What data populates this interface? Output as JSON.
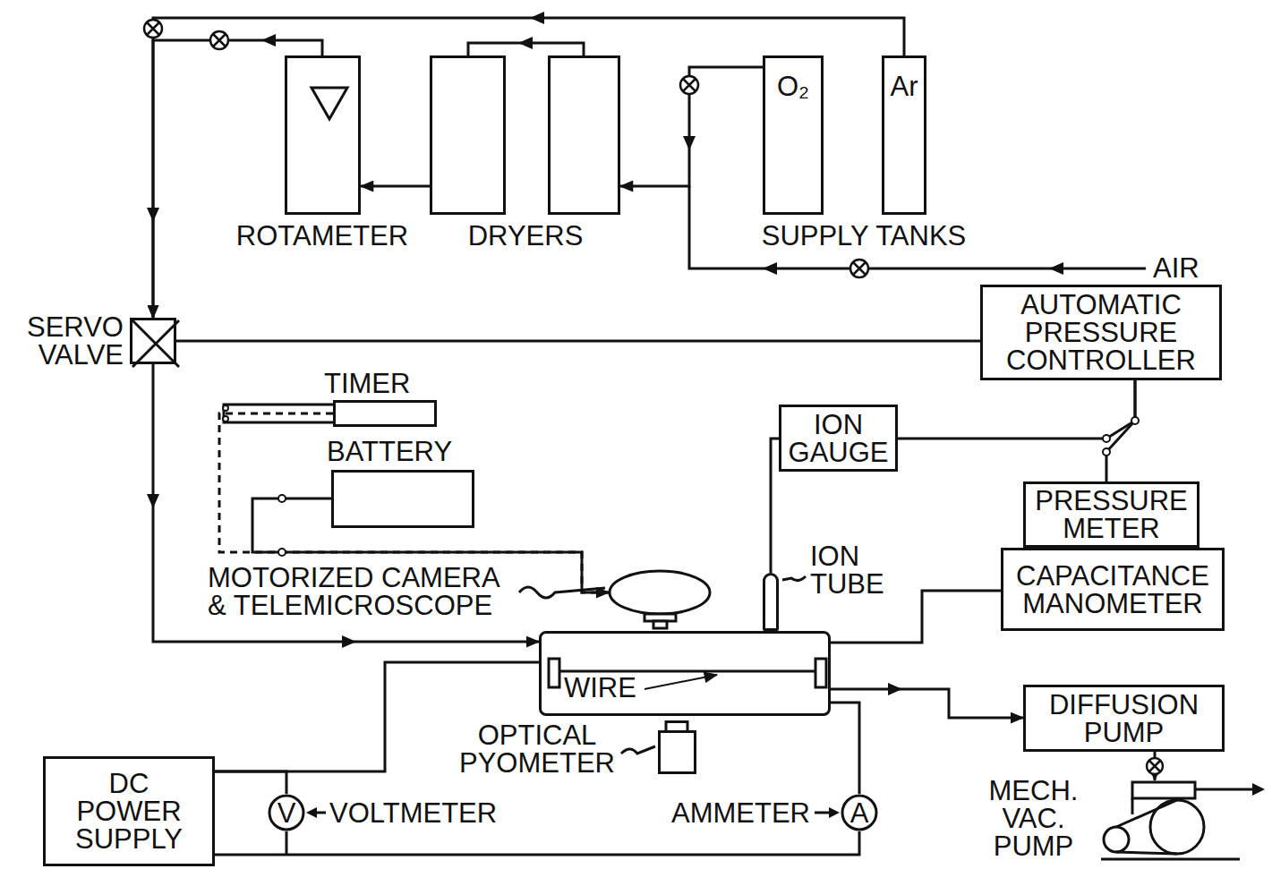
{
  "diagram": {
    "nodes": [
      {
        "text": [
          "ROTAMETER"
        ]
      },
      {
        "text": [
          "DRYERS"
        ]
      },
      {
        "text": [
          "O₂"
        ]
      },
      {
        "text": [
          "Ar"
        ]
      },
      {
        "text": [
          "SERVO VALVE"
        ]
      },
      {
        "text": [
          "AUTOMATIC PRESSURE CONTROLLER"
        ]
      },
      {
        "text": [
          "TIMER"
        ]
      },
      {
        "text": [
          "BATTERY"
        ]
      },
      {
        "text": [
          "ION GAUGE"
        ]
      },
      {
        "text": [
          "PRESSURE METER"
        ]
      },
      {
        "text": [
          "CAPACITANCE MANOMETER"
        ]
      },
      {
        "text": [
          "MOTORIZED CAMERA & TELEMICROSCOPE"
        ]
      },
      {
        "text": [
          "WIRE"
        ]
      },
      {
        "text": [
          "ION TUBE"
        ]
      },
      {
        "text": [
          "OPTICAL PYOMETER"
        ]
      },
      {
        "text": [
          "DC POWER SUPPLY"
        ]
      },
      {
        "text": [
          "V",
          "VOLTMETER"
        ]
      },
      {
        "text": [
          "A",
          "AMMETER"
        ]
      },
      {
        "text": [
          "DIFFUSION PUMP"
        ]
      },
      {
        "text": [
          "MECH. VAC. PUMP"
        ]
      }
    ],
    "edges": [
      {
        "from": 3,
        "to": 4,
        "arrow": "to"
      },
      {
        "from": 2,
        "to": 1,
        "arrow": "to"
      },
      {
        "from": 1,
        "to": 0,
        "arrow": "to"
      },
      {
        "from": 0,
        "to": 4,
        "arrow": "to"
      },
      {
        "from": 4,
        "to": 12,
        "arrow": "to"
      },
      {
        "from": 5,
        "to": 4,
        "arrow": "none"
      },
      {
        "from": 8,
        "to": 5,
        "arrow": "none"
      },
      {
        "from": 9,
        "to": 5,
        "arrow": "none"
      },
      {
        "from": 10,
        "to": 12,
        "arrow": "none"
      },
      {
        "from": 13,
        "to": 8,
        "arrow": "none"
      },
      {
        "from": 12,
        "to": 18,
        "arrow": "to"
      },
      {
        "from": 18,
        "to": 19,
        "arrow": "to"
      },
      {
        "from": 15,
        "to": 12,
        "arrow": "none"
      },
      {
        "from": 12,
        "to": 17,
        "arrow": "none"
      },
      {
        "from": 17,
        "to": 15,
        "arrow": "none"
      },
      {
        "from": 16,
        "to": 15,
        "arrow": "none"
      },
      {
        "from": 7,
        "to": 11,
        "arrow": "to"
      },
      {
        "from": 6,
        "to": 11,
        "arrow": "none"
      }
    ],
    "labels": [
      "SUPPLY TANKS",
      "AIR"
    ]
  }
}
